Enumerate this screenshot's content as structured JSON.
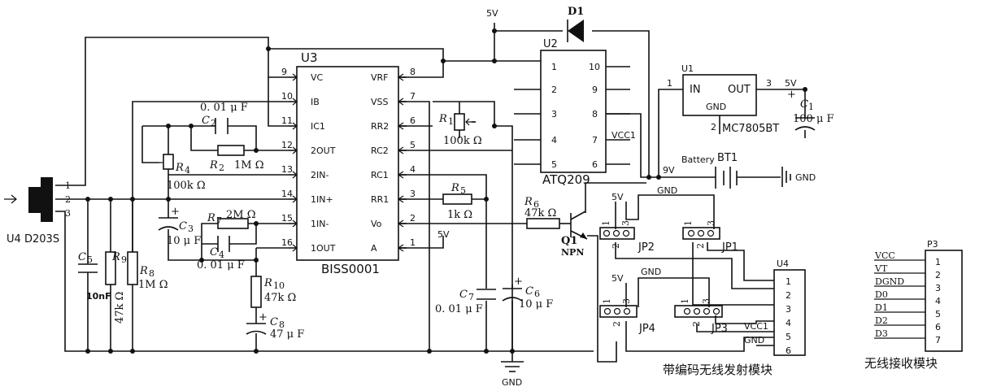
{
  "u3": {
    "name": "U3",
    "part": "BISS0001",
    "left_pins": [
      {
        "num": "9",
        "label": "VC"
      },
      {
        "num": "10",
        "label": "IB"
      },
      {
        "num": "11",
        "label": "IC1"
      },
      {
        "num": "12",
        "label": "2OUT"
      },
      {
        "num": "13",
        "label": "2IN-"
      },
      {
        "num": "14",
        "label": "1IN+"
      },
      {
        "num": "15",
        "label": "1IN-"
      },
      {
        "num": "16",
        "label": "1OUT"
      }
    ],
    "right_pins": [
      {
        "num": "8",
        "label": "VRF"
      },
      {
        "num": "7",
        "label": "VSS"
      },
      {
        "num": "6",
        "label": "RR2"
      },
      {
        "num": "5",
        "label": "RC2"
      },
      {
        "num": "4",
        "label": "RC1"
      },
      {
        "num": "3",
        "label": "RR1"
      },
      {
        "num": "2",
        "label": "Vo"
      },
      {
        "num": "1",
        "label": "A"
      }
    ]
  },
  "u2": {
    "name": "U2",
    "part": "ATQ209",
    "left_pins": [
      "1",
      "2",
      "3",
      "4",
      "5"
    ],
    "right_pins": [
      "10",
      "9",
      "8",
      "7",
      "6"
    ],
    "vcc_label": "VCC1"
  },
  "u1": {
    "name": "U1",
    "part": "MC7805BT",
    "in_label": "IN",
    "out_label": "OUT",
    "gnd_label": "GND",
    "pin_in": "1",
    "pin_out": "3",
    "pin_gnd": "2"
  },
  "u4_sensor": {
    "name": "U4",
    "part": "D203S",
    "pins": [
      "1",
      "2",
      "3"
    ]
  },
  "d1": {
    "name": "D1"
  },
  "q1": {
    "name": "Q1",
    "type": "NPN"
  },
  "battery": {
    "name": "BT1",
    "label": "Battery",
    "voltage": "9V",
    "gnd": "GND"
  },
  "nets": {
    "v5_top": "5V",
    "v5_u1": "5V",
    "v5_a": "5V",
    "gnd_bottom": "GND"
  },
  "components": {
    "c1": {
      "name": "C",
      "sub": "1",
      "value": "100 μ F"
    },
    "c2": {
      "name": "C",
      "sub": "2",
      "value": "0. 01 μ F"
    },
    "c3": {
      "name": "C",
      "sub": "3",
      "value": "10 μ F"
    },
    "c4": {
      "name": "C",
      "sub": "4",
      "value": "0. 01 μ F"
    },
    "c5": {
      "name": "C",
      "sub": "5",
      "value": "10nF"
    },
    "c6": {
      "name": "C",
      "sub": "6",
      "value": "10 μ F"
    },
    "c7": {
      "name": "C",
      "sub": "7",
      "value": "0. 01 μ F"
    },
    "c8": {
      "name": "C",
      "sub": "8",
      "value": "47 μ F"
    },
    "r1": {
      "name": "R",
      "sub": "1",
      "value": "100k Ω"
    },
    "r2": {
      "name": "R",
      "sub": "2",
      "value": "1M Ω"
    },
    "r4": {
      "name": "R",
      "sub": "4",
      "value": "100k Ω"
    },
    "r5": {
      "name": "R",
      "sub": "5",
      "value": "1k Ω"
    },
    "r6": {
      "name": "R",
      "sub": "6",
      "value": "47k Ω"
    },
    "r7": {
      "name": "R",
      "sub": "7",
      "value": "2M Ω"
    },
    "r8": {
      "name": "R",
      "sub": "8",
      "value": "1M Ω"
    },
    "r9": {
      "name": "R",
      "sub": "9",
      "value": "47k Ω"
    },
    "r10": {
      "name": "R",
      "sub": "10",
      "value": "47k Ω"
    }
  },
  "transmitter": {
    "title": "带编码无线发射模块",
    "module": "U4",
    "module_pins": [
      "1",
      "2",
      "3",
      "4",
      "5",
      "6"
    ],
    "vcc_label": "VCC1",
    "gnd_label": "GND",
    "jp1": {
      "name": "JP1",
      "pins": [
        "1",
        "2",
        "3"
      ]
    },
    "jp2": {
      "name": "JP2",
      "pins": [
        "1",
        "2",
        "3"
      ]
    },
    "jp3": {
      "name": "JP3",
      "pins": [
        "1",
        "2",
        "3"
      ]
    },
    "jp4": {
      "name": "JP4",
      "pins": [
        "1",
        "2",
        "3"
      ]
    },
    "v5_a": "5V",
    "gnd_a": "GND",
    "v5_b": "5V",
    "gnd_b": "GND"
  },
  "receiver": {
    "title": "无线接收模块",
    "name": "P3",
    "signals": [
      "VCC",
      "VT",
      "DGND",
      "D0",
      "D1",
      "D2",
      "D3"
    ],
    "pins": [
      "1",
      "2",
      "3",
      "4",
      "5",
      "6",
      "7"
    ]
  }
}
